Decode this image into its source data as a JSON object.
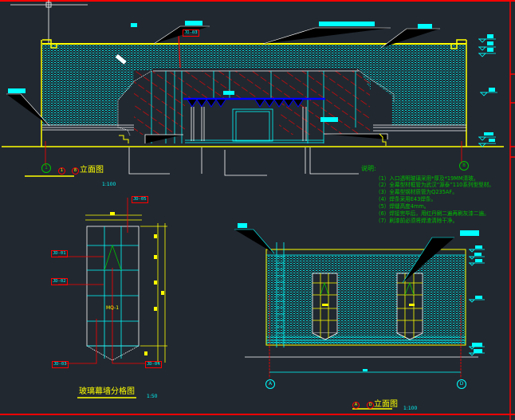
{
  "main_elevation": {
    "title": "立面图",
    "axis_start": "1",
    "axis_end": "8",
    "scale": "1:100",
    "tag": "JD-03"
  },
  "notes": {
    "heading": "说明:",
    "items": [
      "（1）入口透明玻璃采用*厚及*19MM清玻。",
      "（2）全幕型材框管为武汉“源泰”110系列型型材。",
      "（3）全幕型钢材质管为Q235AF。",
      "（4）焊条采用E43焊条。",
      "（5）焊缝高度4mm。",
      "（6）焊接完毕后，用红丹刷二遍再刷灰漆二遍。",
      "（7）刷漆前必须将焊渣清除干净。"
    ]
  },
  "glass_curtain": {
    "title": "玻璃幕墙分格图",
    "scale": "1:50",
    "panel_label": "MQ-1",
    "tags": [
      "JD-05",
      "JD-01",
      "JD-02",
      "JD-03",
      "JD-04"
    ]
  },
  "side_elevation": {
    "title": "立面图",
    "axis_start": "A",
    "axis_end": "D",
    "scale": "1:100"
  },
  "colors": {
    "background": "#212830",
    "cyan": "#00ffff",
    "yellow": "#ffff00",
    "red": "#ff0000",
    "green": "#00c000",
    "white": "#ffffff"
  }
}
